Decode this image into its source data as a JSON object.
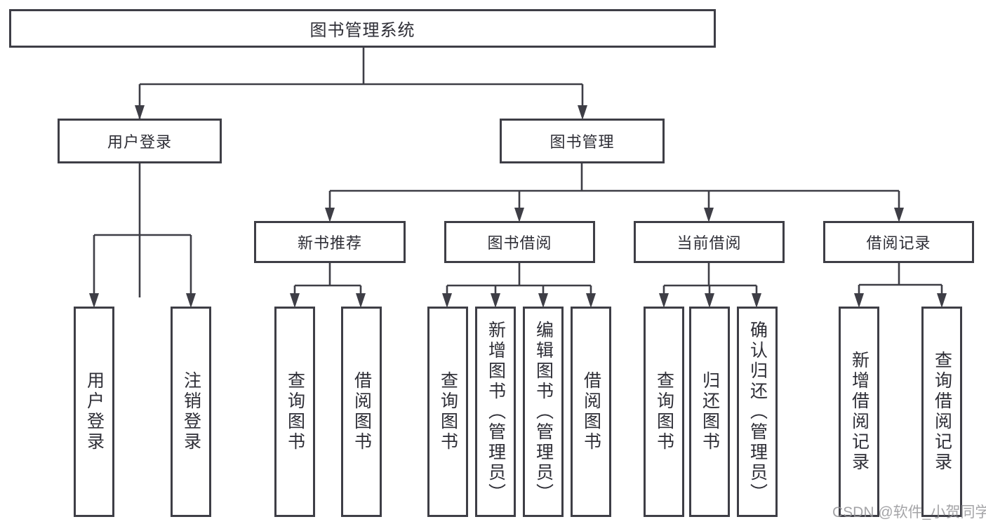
{
  "diagram": {
    "tree": {
      "label": "图书管理系统",
      "children": [
        {
          "label": "用户登录",
          "children": [
            {
              "label": "用户登录"
            },
            {
              "label": "注销登录"
            }
          ]
        },
        {
          "label": "图书管理",
          "children": [
            {
              "label": "新书推荐",
              "children": [
                {
                  "label": "查询图书"
                },
                {
                  "label": "借阅图书"
                }
              ]
            },
            {
              "label": "图书借阅",
              "children": [
                {
                  "label": "查询图书"
                },
                {
                  "label": "新增图书（管理员）"
                },
                {
                  "label": "编辑图书（管理员）"
                },
                {
                  "label": "借阅图书"
                }
              ]
            },
            {
              "label": "当前借阅",
              "children": [
                {
                  "label": "查询图书"
                },
                {
                  "label": "归还图书"
                },
                {
                  "label": "确认归还（管理员）"
                }
              ]
            },
            {
              "label": "借阅记录",
              "children": [
                {
                  "label": "新增借阅记录"
                },
                {
                  "label": "查询借阅记录"
                }
              ]
            }
          ]
        }
      ]
    },
    "line_color": "#3e3e46"
  },
  "watermark": {
    "text": "CSDN @软件_小贺同学"
  }
}
